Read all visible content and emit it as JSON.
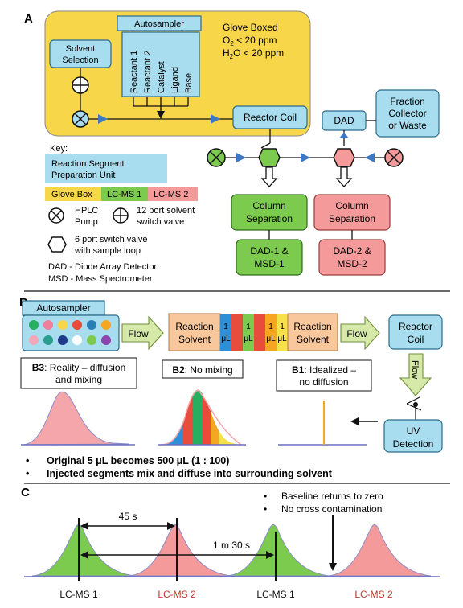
{
  "panels": {
    "a": "A",
    "b": "B",
    "c": "C"
  },
  "a": {
    "autosampler": "Autosampler",
    "reagents": [
      "Reactant 1",
      "Reactant 2",
      "Catalyst",
      "Ligand",
      "Base"
    ],
    "glove_box": {
      "line1": "Glove Boxed",
      "line2_o2": "O",
      "line2_o2_sub": "2",
      "line2_rest": " < 20 ppm",
      "line3_h2o": "H",
      "line3_h2o_sub": "2",
      "line3_rest": "O < 20 ppm"
    },
    "solvent_selection": [
      "Solvent",
      "Selection"
    ],
    "reactor_coil": "Reactor Coil",
    "dad": "DAD",
    "fraction": [
      "Fraction",
      "Collector",
      "or Waste"
    ],
    "column_sep": [
      "Column",
      "Separation"
    ],
    "det1": [
      "DAD-1 &",
      "MSD-1"
    ],
    "det2": [
      "DAD-2 &",
      "MSD-2"
    ],
    "key": {
      "title": "Key:",
      "rspu": [
        "Reaction Segment",
        "Preparation Unit"
      ],
      "glove_box": "Glove Box",
      "lcms1": "LC-MS 1",
      "lcms2": "LC-MS 2",
      "hplc": [
        "HPLC",
        "Pump"
      ],
      "port12": [
        "12 port solvent",
        "switch valve"
      ],
      "port6": [
        "6 port switch valve",
        "with sample loop"
      ],
      "dad_def": "DAD - Diode Array Detector",
      "msd_def": "MSD - Mass Spectrometer"
    }
  },
  "b": {
    "autosampler": "Autosampler",
    "flow": "Flow",
    "reaction_solvent": [
      "Reaction",
      "Solvent"
    ],
    "segment": [
      "1",
      "μL"
    ],
    "reactor_coil": [
      "Reactor",
      "Coil"
    ],
    "uv": [
      "UV",
      "Detection"
    ],
    "b3": {
      "tag": "B3",
      "text1": ": Reality – diffusion",
      "text2": "and mixing"
    },
    "b2": {
      "tag": "B2",
      "text1": ": No mixing"
    },
    "b1": {
      "tag": "B1",
      "text1": ": Idealized –",
      "text2": "no diffusion"
    },
    "bullets": [
      "Original 5 μL becomes 500 μL (1 : 100)",
      "Injected segments mix and diffuse into surrounding solvent"
    ]
  },
  "c": {
    "baseline": "Baseline returns to zero",
    "contamination": "No cross  contamination",
    "interval1": "45 s",
    "interval2": "1 m 30 s",
    "peaks": [
      {
        "label": "LC-MS 1",
        "kind": "lcms1"
      },
      {
        "label": "LC-MS 2",
        "kind": "lcms2"
      },
      {
        "label": "LC-MS 1",
        "kind": "lcms1"
      },
      {
        "label": "LC-MS 2",
        "kind": "lcms2"
      }
    ]
  },
  "colors": {
    "glove": "#f7d64a",
    "blue": "#a8dcef",
    "green": "#7ccb4f",
    "pink": "#f49a9a",
    "arrow": "#3f78c2",
    "orange": "#f8c79c",
    "dark_red": "#c0392b"
  }
}
